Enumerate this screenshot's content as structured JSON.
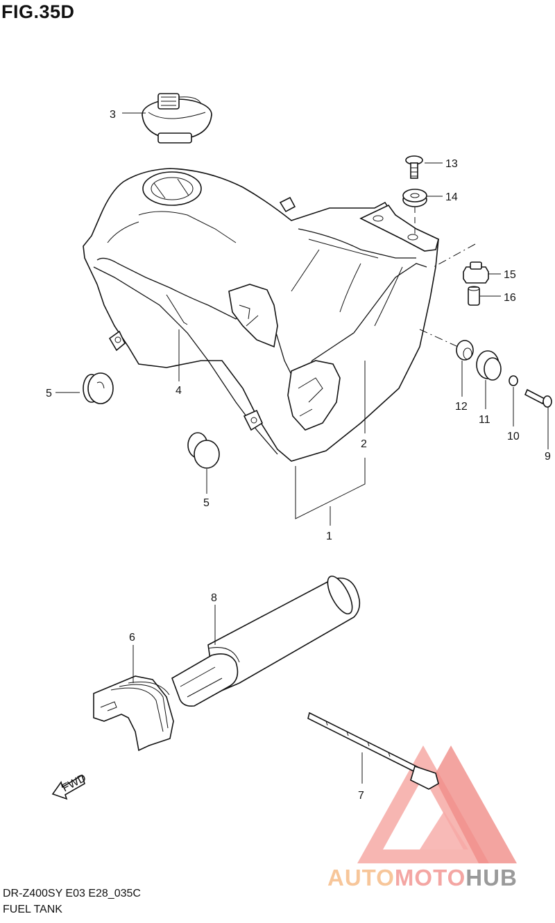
{
  "figure": {
    "title": "FIG.35D"
  },
  "footer": {
    "model": "DR-Z400SY E03 E28_035C",
    "caption": "FUEL TANK"
  },
  "callouts": {
    "c1": "1",
    "c2": "2",
    "c3": "3",
    "c4": "4",
    "c5a": "5",
    "c5b": "5",
    "c6": "6",
    "c7": "7",
    "c8": "8",
    "c9": "9",
    "c10": "10",
    "c11": "11",
    "c12": "12",
    "c13": "13",
    "c14": "14",
    "c15": "15",
    "c16": "16"
  },
  "fwd_label": "FWD",
  "watermark": {
    "part1": "AUTO",
    "part2": "MOTO",
    "part3": "HUB",
    "colors": {
      "auto": "#f7c69a",
      "moto": "#f4a6a3",
      "hub": "#9a9a9a",
      "triangle": "#f08d88"
    }
  }
}
